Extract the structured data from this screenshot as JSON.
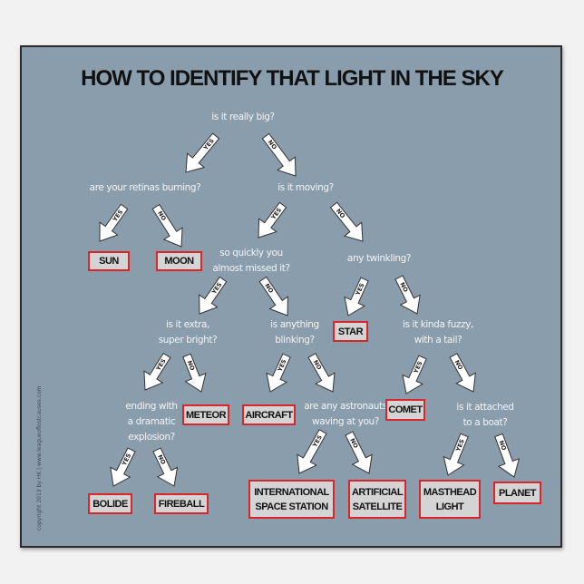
{
  "title": "HOW TO IDENTIFY THAT LIGHT IN THE SKY",
  "copyright": "copyright 2013 by HK | www.leagueoflostcauses.com",
  "labels": {
    "yes": "YES",
    "no": "NO"
  },
  "colors": {
    "background": "#8a9dac",
    "answer_border": "#d9262b",
    "answer_fill": "#d4d4d4",
    "question_text": "#f4f4f4"
  },
  "questions": {
    "really_big": [
      "is it really big?"
    ],
    "retinas": [
      "are your retinas burning?"
    ],
    "moving": [
      "is it moving?"
    ],
    "quickly": [
      "so quickly you",
      "almost missed it?"
    ],
    "twinkling": [
      "any twinkling?"
    ],
    "extra_bright": [
      "is it extra,",
      "super bright?"
    ],
    "blinking": [
      "is anything",
      "blinking?"
    ],
    "fuzzy": [
      "is it kinda fuzzy,",
      "with a tail?"
    ],
    "explosion": [
      "ending with",
      "a dramatic",
      "explosion?"
    ],
    "astronauts": [
      "are any astronauts",
      "waving at you?"
    ],
    "boat": [
      "is it attached",
      "to a boat?"
    ]
  },
  "answers": {
    "sun": [
      "SUN"
    ],
    "moon": [
      "MOON"
    ],
    "star": [
      "STAR"
    ],
    "meteor": [
      "METEOR"
    ],
    "aircraft": [
      "AIRCRAFT"
    ],
    "comet": [
      "COMET"
    ],
    "bolide": [
      "BOLIDE"
    ],
    "fireball": [
      "FIREBALL"
    ],
    "iss": [
      "INTERNATIONAL",
      "SPACE STATION"
    ],
    "satellite": [
      "ARTIFICIAL",
      "SATELLITE"
    ],
    "masthead": [
      "MASTHEAD",
      "LIGHT"
    ],
    "planet": [
      "PLANET"
    ]
  }
}
